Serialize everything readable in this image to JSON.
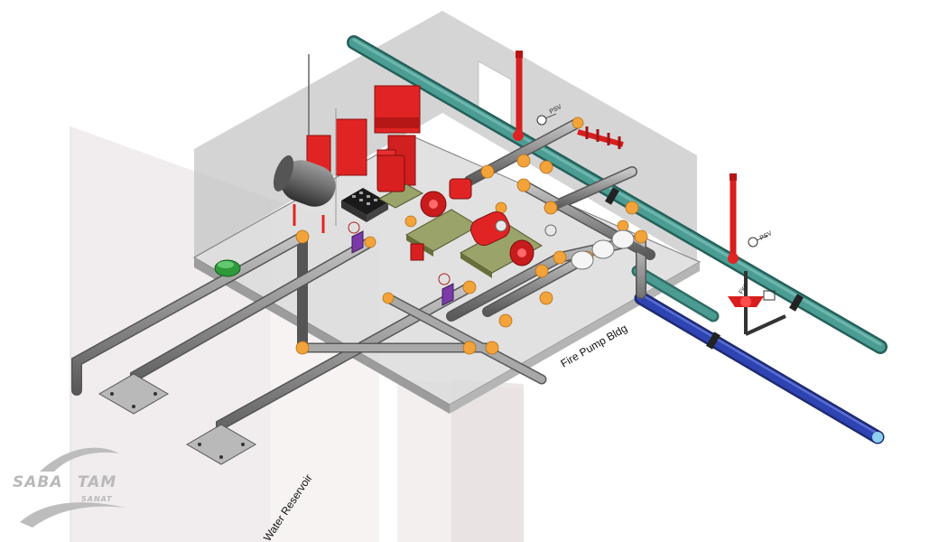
{
  "labels": {
    "building": "Fire Pump Bldg",
    "reservoir": "Water Reservoir",
    "pressure_switch_1": "PSV",
    "pressure_switch_2": "PSV",
    "riser_tag": "Fire"
  },
  "logo": {
    "line1_a": "SABA",
    "line1_b": "TAM",
    "line2": "SANAT"
  },
  "colors": {
    "teal_main": "#3c8a82",
    "blue_main": "#2a3b99",
    "red_equipment": "#e02424",
    "orange_fittings": "#f2a33a",
    "grey_pipe": "#8c8c8c",
    "floor_grey": "#d9d9d9",
    "wall_grey": "#cfcfcf"
  },
  "icons": [
    "valve-icon",
    "gauge-icon",
    "pump-icon",
    "tank-icon",
    "controller-icon"
  ]
}
